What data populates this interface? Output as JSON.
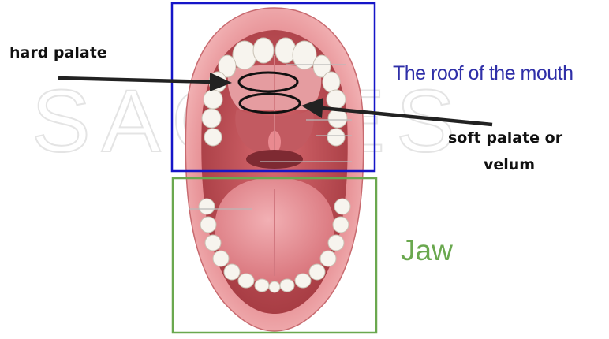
{
  "labels": {
    "hard_palate": "hard palate",
    "roof_of_mouth": "The roof of  the mouth",
    "soft_palate_line1": "soft palate or",
    "soft_palate_line2": "velum",
    "jaw": "Jaw",
    "watermark": "SAGRES"
  },
  "colors": {
    "roof_box": "#1515c8",
    "jaw_box": "#6aa84f",
    "roof_text": "#2f2fa8",
    "jaw_text": "#6aa84f",
    "arrow": "#222222",
    "lip": "#e58b90",
    "mouth_interior": "#c9585e",
    "tongue": "#e79aa0",
    "teeth": "#f7f4ee"
  },
  "icons": {
    "illustration": "open-mouth-illustration"
  }
}
